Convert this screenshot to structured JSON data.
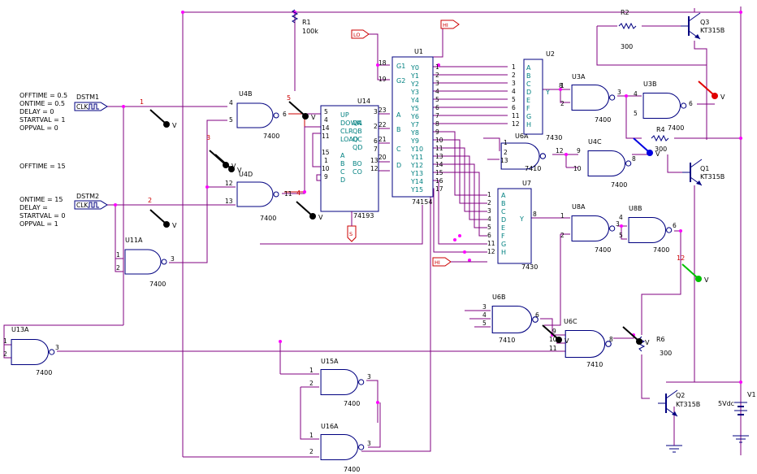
{
  "stimulus1": {
    "params": [
      "OFFTIME = 0.5",
      "ONTIME = 0.5",
      "DELAY = 0",
      "STARTVAL = 1",
      "OPPVAL = 0"
    ],
    "name": "DSTM1",
    "clk": "CLK"
  },
  "stimulus2": {
    "params": [
      "OFFTIME = 15",
      "ONTIME = 15",
      "DELAY =",
      "STARTVAL = 0",
      "OPPVAL = 1"
    ],
    "name": "DSTM2",
    "clk": "CLK"
  },
  "resistors": {
    "r1": {
      "ref": "R1",
      "value": "100k"
    },
    "r2": {
      "ref": "R2",
      "value": "300"
    },
    "r4": {
      "ref": "R4",
      "value": "300"
    },
    "r6": {
      "ref": "R6",
      "value": "300"
    }
  },
  "transistors": {
    "q1": {
      "ref": "Q1",
      "part": "KT315B"
    },
    "q2": {
      "ref": "Q2",
      "part": "KT315B"
    },
    "q3": {
      "ref": "Q3",
      "part": "KT315B"
    }
  },
  "source": {
    "ref": "V1",
    "value": "5Vdc"
  },
  "tags": {
    "lo": "LO",
    "hi_top": "HI",
    "hi_mid": "HI",
    "bottom": "S"
  },
  "gates": {
    "u4b": {
      "ref": "U4B",
      "part": "7400",
      "pins": [
        "4",
        "5",
        "6"
      ]
    },
    "u4d": {
      "ref": "U4D",
      "part": "7400",
      "pins": [
        "12",
        "13",
        "11"
      ]
    },
    "u11a": {
      "ref": "U11A",
      "part": "7400",
      "pins": [
        "1",
        "2",
        "3"
      ]
    },
    "u13a": {
      "ref": "U13A",
      "part": "7400",
      "pins": [
        "1",
        "2",
        "3"
      ]
    },
    "u15a": {
      "ref": "U15A",
      "part": "7400",
      "pins": [
        "1",
        "2",
        "3"
      ]
    },
    "u16a": {
      "ref": "U16A",
      "part": "7400",
      "pins": [
        "1",
        "2",
        "3"
      ]
    },
    "u3a": {
      "ref": "U3A",
      "part": "7400",
      "pins": [
        "1",
        "2",
        "3"
      ]
    },
    "u3b": {
      "ref": "U3B",
      "part": "7400",
      "pins": [
        "4",
        "5",
        "6"
      ]
    },
    "u4c": {
      "ref": "U4C",
      "part": "7400",
      "pins": [
        "9",
        "10",
        "8"
      ]
    },
    "u8a": {
      "ref": "U8A",
      "part": "7400",
      "pins": [
        "1",
        "2",
        "3"
      ]
    },
    "u8b": {
      "ref": "U8B",
      "part": "7400",
      "pins": [
        "4",
        "5",
        "6"
      ]
    },
    "u6a": {
      "ref": "U6A",
      "part": "7410",
      "pins": [
        "1",
        "2",
        "13",
        "12"
      ]
    },
    "u6b": {
      "ref": "U6B",
      "part": "7410",
      "pins": [
        "3",
        "4",
        "5",
        "6"
      ]
    },
    "u6c": {
      "ref": "U6C",
      "part": "7410",
      "pins": [
        "9",
        "10",
        "11",
        "8"
      ]
    }
  },
  "u14": {
    "ref": "U14",
    "part": "74193",
    "pins_left": [
      "5",
      "4",
      "14",
      "11",
      "15",
      "1",
      "10",
      "9"
    ],
    "labels_left": [
      "UP",
      "DOWN",
      "CLR",
      "LOAD",
      "A",
      "B",
      "C",
      "D"
    ],
    "labels_right": [
      "QA",
      "QB",
      "QC",
      "QD",
      "BO",
      "CO"
    ],
    "pins_right": [
      "3",
      "2",
      "6",
      "7",
      "13",
      "12"
    ]
  },
  "u1": {
    "ref": "U1",
    "part": "74154",
    "pins_left": [
      "18",
      "19",
      "23",
      "22",
      "21",
      "20"
    ],
    "labels_left": [
      "G1",
      "G2",
      "A",
      "B",
      "C",
      "D"
    ],
    "labels_right": [
      "Y0",
      "Y1",
      "Y2",
      "Y3",
      "Y4",
      "Y5",
      "Y6",
      "Y7",
      "Y8",
      "Y9",
      "Y10",
      "Y11",
      "Y12",
      "Y13",
      "Y14",
      "Y15"
    ],
    "pins_right": [
      "1",
      "2",
      "3",
      "4",
      "5",
      "6",
      "7",
      "8",
      "9",
      "10",
      "11",
      "13",
      "14",
      "15",
      "16",
      "17"
    ]
  },
  "u2": {
    "ref": "U2",
    "part": "7430",
    "labels": [
      "A",
      "B",
      "C",
      "D",
      "E",
      "F",
      "G",
      "H"
    ],
    "pins": [
      "1",
      "2",
      "3",
      "4",
      "5",
      "6",
      "11",
      "12"
    ],
    "out_label": "Y",
    "out_pin": "8"
  },
  "u7": {
    "ref": "U7",
    "part": "7430",
    "labels": [
      "A",
      "B",
      "C",
      "D",
      "E",
      "F",
      "G",
      "H"
    ],
    "pins": [
      "1",
      "2",
      "3",
      "4",
      "5",
      "6",
      "11",
      "12"
    ],
    "out_label": "Y",
    "out_pin": "8"
  },
  "nets": {
    "n1": "1",
    "n2": "2",
    "n3": "3",
    "n4": "4",
    "n5": "5",
    "n12": "12"
  },
  "probe_label": "V",
  "probe_colors": {
    "red": "#e00000",
    "blue": "#0000e0",
    "green": "#00c000",
    "black": "#000000"
  }
}
